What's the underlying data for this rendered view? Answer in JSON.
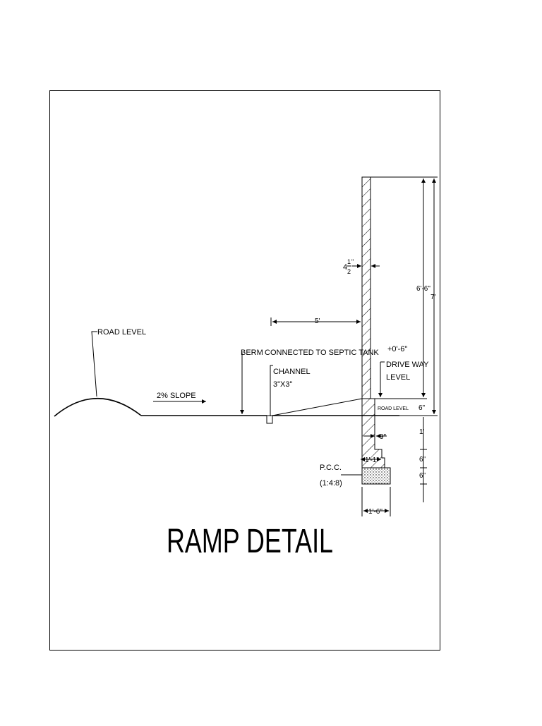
{
  "drawing": {
    "title": "RAMP DETAIL",
    "labels": {
      "road_level": "ROAD LEVEL",
      "slope": "2% SLOPE",
      "berm": "BERM",
      "connected": "CONNECTED TO SEPTIC TANK",
      "channel": "CHANNEL",
      "channel_size": "3\"X3\"",
      "offset": "+0'-6\"",
      "drive_way": "DRIVE WAY",
      "level": "LEVEL",
      "road_level_small": "ROAD LEVEL",
      "pcc": "P.C.C.",
      "pcc_mix": "(1:4:8)"
    },
    "dimensions": {
      "wall_thickness_whole": "4",
      "wall_thickness_num": "1",
      "wall_thickness_den": "2",
      "wall_thickness_unit": "\"",
      "five_feet": "5'",
      "six_six": "6'-6\"",
      "seven": "7'",
      "six_inch_top": "6\"",
      "one_foot": "1'",
      "six_inch_a": "6\"",
      "six_inch_b": "6\"",
      "nine_inch": "9\"",
      "one_one": "1'-1\"",
      "one_six": "1'-6\""
    }
  }
}
